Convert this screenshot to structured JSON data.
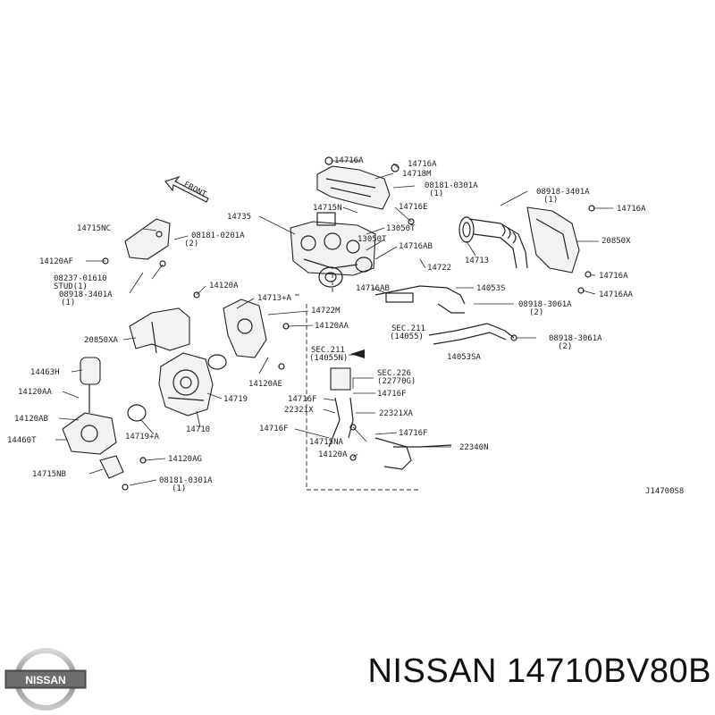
{
  "diagram": {
    "callouts": [
      {
        "id": "c1",
        "text": "14716A"
      },
      {
        "id": "c2",
        "text": "14716A"
      },
      {
        "id": "c3",
        "text": "14718M"
      },
      {
        "id": "c4",
        "text": "08181-0301A"
      },
      {
        "id": "c5",
        "text": "(1)"
      },
      {
        "id": "c6",
        "text": "14715N"
      },
      {
        "id": "c7",
        "text": "14716E"
      },
      {
        "id": "c8",
        "text": "08918-3401A"
      },
      {
        "id": "c9",
        "text": "(1)"
      },
      {
        "id": "c10",
        "text": "14716A"
      },
      {
        "id": "c11",
        "text": "14735"
      },
      {
        "id": "c12",
        "text": "13050T"
      },
      {
        "id": "c13",
        "text": "13050T"
      },
      {
        "id": "c14",
        "text": "14716AB"
      },
      {
        "id": "c15",
        "text": "20850X"
      },
      {
        "id": "c16",
        "text": "14713"
      },
      {
        "id": "c17",
        "text": "14722"
      },
      {
        "id": "c18",
        "text": "14716A"
      },
      {
        "id": "c19",
        "text": "14716AB"
      },
      {
        "id": "c20",
        "text": "14053S"
      },
      {
        "id": "c21",
        "text": "14716AA"
      },
      {
        "id": "c22",
        "text": "08918-3061A"
      },
      {
        "id": "c23",
        "text": "(2)"
      },
      {
        "id": "c24",
        "text": "14715NC"
      },
      {
        "id": "c25",
        "text": "08181-0201A"
      },
      {
        "id": "c26",
        "text": "(2)"
      },
      {
        "id": "c27",
        "text": "14120AF"
      },
      {
        "id": "c28",
        "text": "08237-01610"
      },
      {
        "id": "c29",
        "text": "STUD(1)"
      },
      {
        "id": "c30",
        "text": "08918-3401A"
      },
      {
        "id": "c31",
        "text": "(1)"
      },
      {
        "id": "c32",
        "text": "14120A"
      },
      {
        "id": "c33",
        "text": "14713+A"
      },
      {
        "id": "c34",
        "text": "14722M"
      },
      {
        "id": "c35",
        "text": "14120AA"
      },
      {
        "id": "c36",
        "text": "SEC.211"
      },
      {
        "id": "c37",
        "text": "(14055)"
      },
      {
        "id": "c38",
        "text": "08918-3061A"
      },
      {
        "id": "c39",
        "text": "(2)"
      },
      {
        "id": "c40",
        "text": "20850XA"
      },
      {
        "id": "c41",
        "text": "SEC.211"
      },
      {
        "id": "c42",
        "text": "(14055N)"
      },
      {
        "id": "c43",
        "text": "14053SA"
      },
      {
        "id": "c44",
        "text": "SEC.226"
      },
      {
        "id": "c45",
        "text": "(22770G)"
      },
      {
        "id": "c46",
        "text": "14463H"
      },
      {
        "id": "c47",
        "text": "14120AE"
      },
      {
        "id": "c48",
        "text": "14120AA"
      },
      {
        "id": "c49",
        "text": "14719"
      },
      {
        "id": "c50",
        "text": "14716F"
      },
      {
        "id": "c51",
        "text": "14716F"
      },
      {
        "id": "c52",
        "text": "22321X"
      },
      {
        "id": "c53",
        "text": "22321XA"
      },
      {
        "id": "c54",
        "text": "14120AB"
      },
      {
        "id": "c55",
        "text": "14710"
      },
      {
        "id": "c56",
        "text": "14716F"
      },
      {
        "id": "c57",
        "text": "14716F"
      },
      {
        "id": "c58",
        "text": "14460T"
      },
      {
        "id": "c59",
        "text": "14719+A"
      },
      {
        "id": "c60",
        "text": "14715NA"
      },
      {
        "id": "c61",
        "text": "22340N"
      },
      {
        "id": "c62",
        "text": "14120A"
      },
      {
        "id": "c63",
        "text": "14120AG"
      },
      {
        "id": "c64",
        "text": "14715NB"
      },
      {
        "id": "c65",
        "text": "08181-0301A"
      },
      {
        "id": "c66",
        "text": "(1)"
      },
      {
        "id": "c67",
        "text": "J14700S8"
      }
    ],
    "front_label": "FRONT"
  },
  "branding": {
    "logo_text": "NISSAN",
    "part_title": "NISSAN 14710BV80B"
  }
}
